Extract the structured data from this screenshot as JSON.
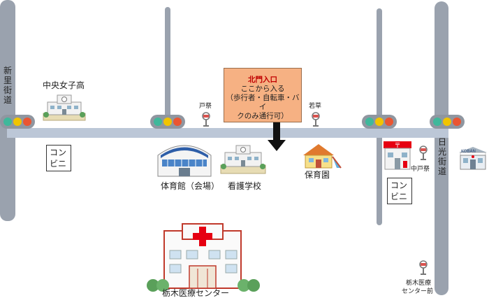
{
  "roads": {
    "shinsato_kaido": "新里街道",
    "nikko_kaido": "日光街道"
  },
  "entrance": {
    "title": "北門入口",
    "line1": "ここから入る",
    "line2": "（歩行者・自転車・バイ",
    "line3": "クのみ通行可）"
  },
  "places": {
    "central_girls_high": "中央女子高",
    "gymnasium": "体育館（会場）",
    "nursing_school": "看護学校",
    "nursery": "保育園",
    "hospital": "栃木医療センター",
    "convenience_store": "コンビニ",
    "koban_sign": "KOBAN"
  },
  "bus_stops": {
    "tobukuro": "戸祭",
    "wakakusa": "若草",
    "nakatobukuro": "中戸祭",
    "tochigi_iryo_center_mae_1": "栃木医療",
    "tochigi_iryo_center_mae_2": "センター前"
  },
  "colors": {
    "road": "#9aa2ae",
    "main_road": "#bcc7d7",
    "signal_green": "#3fb89b",
    "signal_yellow": "#f1c400",
    "signal_red": "#ea5532",
    "entrance_box": "#f6b183",
    "entrance_title": "#c00000",
    "hospital_cross": "#e60012",
    "arrow": "#111111"
  },
  "icons": {
    "signal": "traffic-signal-icon",
    "bus_stop": "bus-stop-icon",
    "school": "school-building-icon",
    "gym": "gymnasium-icon",
    "nursery": "nursery-building-icon",
    "hospital": "hospital-icon",
    "police": "police-box-icon",
    "post_office": "post-office-icon",
    "arrow": "down-arrow-icon"
  }
}
